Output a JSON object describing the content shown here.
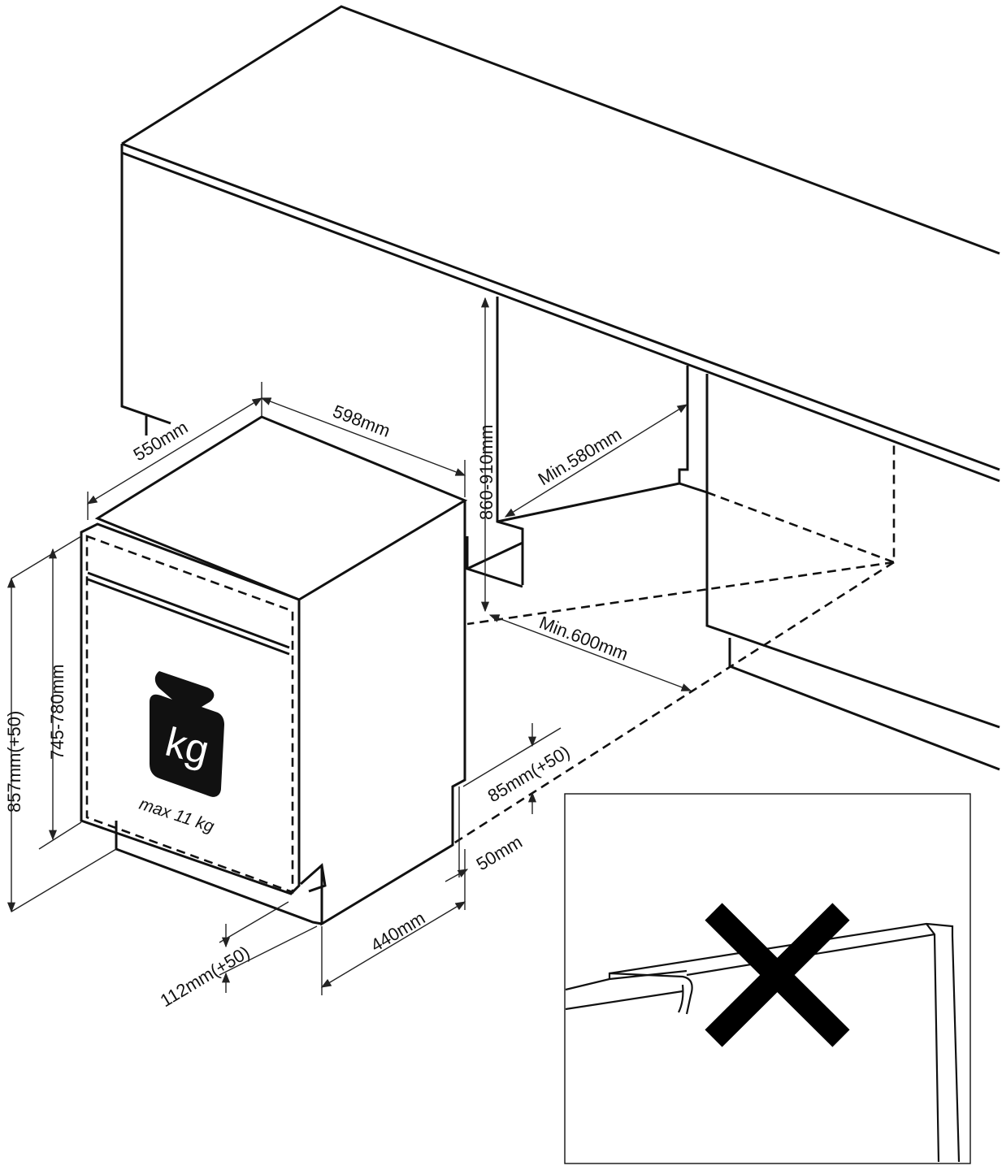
{
  "dimensions": {
    "depth": "550mm",
    "width": "598mm",
    "niche_height": "860-910mm",
    "niche_depth": "Min.580mm",
    "niche_width": "Min.600mm",
    "total_height": "857mm(+50)",
    "body_height": "745-780mm",
    "plinth_height": "85mm(+50)",
    "plinth_gap": "50mm",
    "base_depth": "440mm",
    "feet_height": "112mm(+50)"
  },
  "weight_icon": {
    "icon": "weight-icon",
    "unit": "kg",
    "max_load": "max 11 kg"
  },
  "inset": {
    "icon": "cross-icon",
    "cross_color": "#000000"
  }
}
